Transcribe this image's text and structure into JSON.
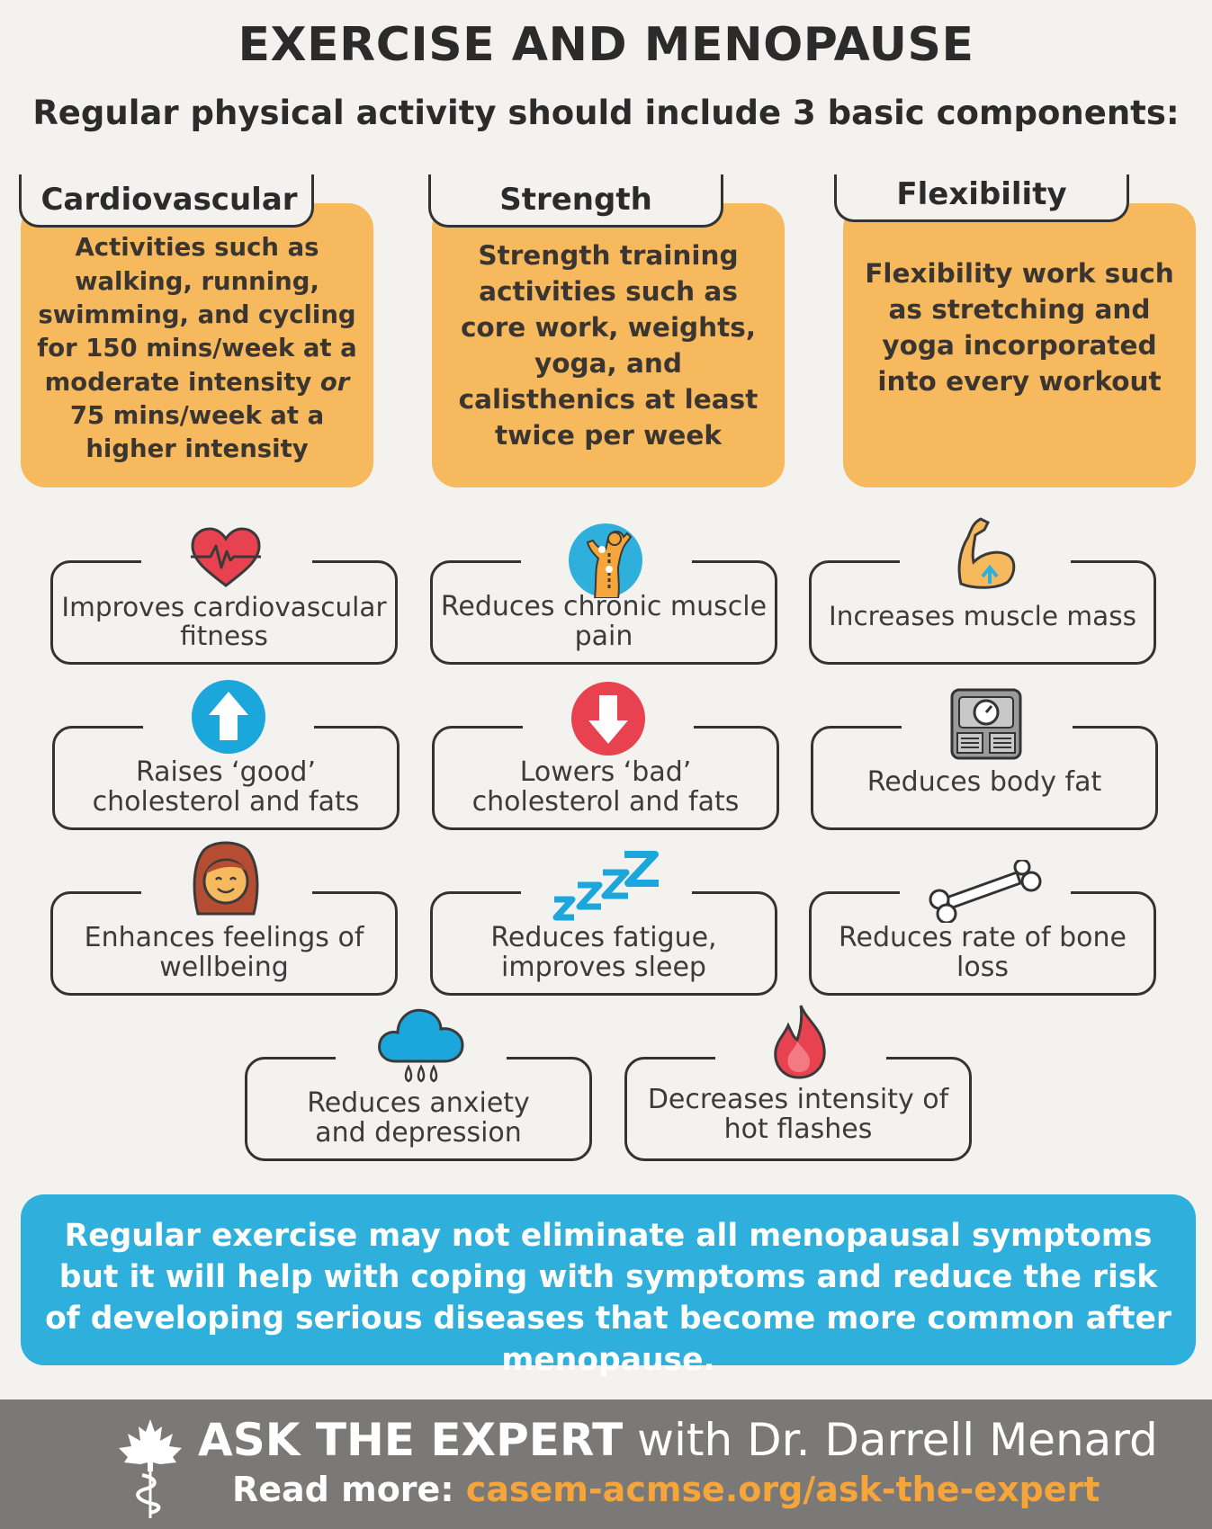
{
  "header": {
    "title": "EXERCISE AND MENOPAUSE",
    "subtitle": "Regular physical activity should include 3 basic components:"
  },
  "components": [
    {
      "tab": "Cardiovascular",
      "text_a": "Activities such as walking, running, swimming, and cycling for 150 mins/week at a moderate intensity ",
      "text_or": "or",
      "text_b": " 75 mins/week at a higher intensity"
    },
    {
      "tab": "Strength",
      "text": "Strength training activities such as core work, weights, yoga, and calisthenics at least twice per week"
    },
    {
      "tab": "Flexibility",
      "text": "Flexibility work such as stretching and yoga incorporated into every workout"
    }
  ],
  "benefits": [
    {
      "label": "Improves cardiovascular fitness",
      "icon": "heart-rate-icon"
    },
    {
      "label": "Reduces chronic muscle pain",
      "icon": "back-pain-icon"
    },
    {
      "label": "Increases muscle mass",
      "icon": "flexed-arm-icon"
    },
    {
      "label": "Raises ‘good’ cholesterol and fats",
      "icon": "up-arrow-icon"
    },
    {
      "label": "Lowers ‘bad’ cholesterol and fats",
      "icon": "down-arrow-icon"
    },
    {
      "label": "Reduces body fat",
      "icon": "scale-icon"
    },
    {
      "label": "Enhances feelings of wellbeing",
      "icon": "smiling-woman-icon"
    },
    {
      "label": "Reduces fatigue, improves sleep",
      "icon": "zzz-sleep-icon"
    },
    {
      "label": "Reduces rate of bone loss",
      "icon": "bone-icon"
    },
    {
      "label": "Reduces anxiety and depression",
      "icon": "rain-cloud-icon"
    },
    {
      "label": "Decreases intensity of hot flashes",
      "icon": "flame-icon"
    }
  ],
  "note": "Regular exercise may not eliminate all menopausal symptoms but it will help with coping with symptoms and reduce the risk of developing serious diseases that become more common after menopause.",
  "footer": {
    "brand": "ASK THE EXPERT",
    "byline": " with Dr. Darrell Menard",
    "read_more": "Read more: ",
    "url": "casem-acmse.org/ask-the-expert",
    "logo": "maple-leaf-caduceus-logo"
  },
  "colors": {
    "card_orange": "#f6b95e",
    "note_blue": "#2fb0dc",
    "footer_gray": "#7a7978",
    "url_orange": "#f6a53a"
  }
}
